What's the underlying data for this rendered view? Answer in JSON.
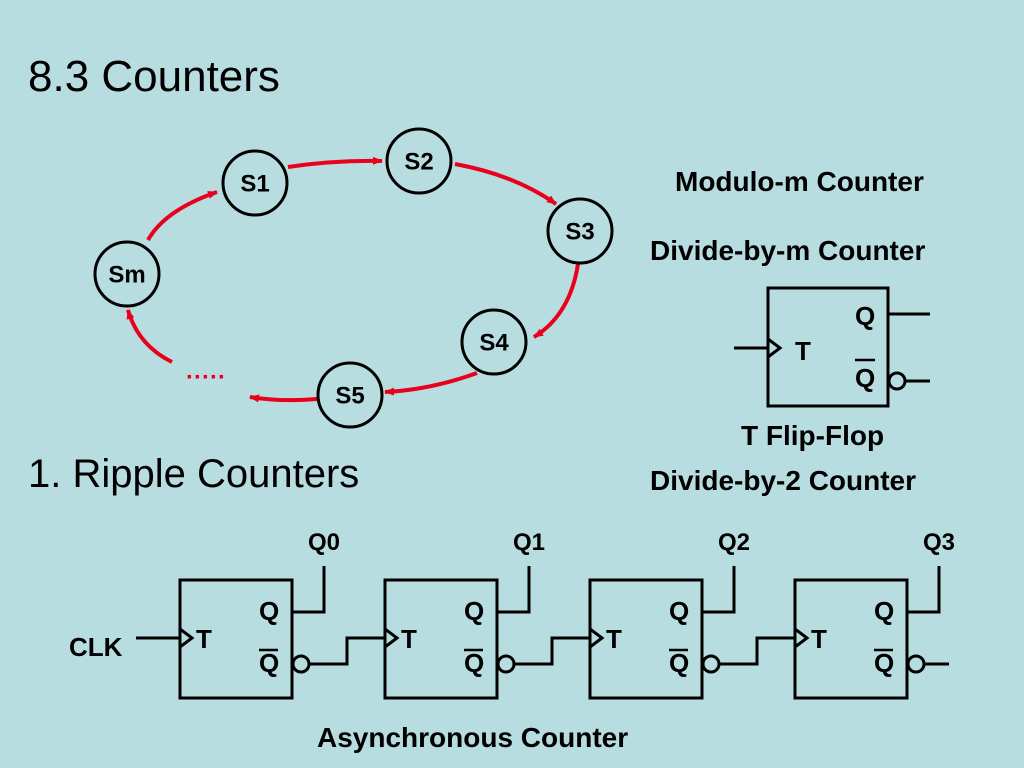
{
  "slide": {
    "title": "8.3 Counters",
    "section": "1. Ripple Counters"
  },
  "state_diagram": {
    "states": [
      "S1",
      "S2",
      "S3",
      "S4",
      "S5",
      "Sm"
    ],
    "ellipsis": "·····",
    "arrow_color": "#e8001c"
  },
  "captions": {
    "modulo": "Modulo-m Counter",
    "divide_m": "Divide-by-m Counter",
    "tff": "T Flip-Flop",
    "divide_2": "Divide-by-2 Counter",
    "async": "Asynchronous Counter"
  },
  "tff_symbol": {
    "t_label": "T",
    "q_label": "Q",
    "qbar_label": "Q"
  },
  "ripple_counter": {
    "clock_label": "CLK",
    "outputs": [
      "Q0",
      "Q1",
      "Q2",
      "Q3"
    ],
    "t_label": "T",
    "q_label": "Q",
    "qbar_label": "Q"
  }
}
